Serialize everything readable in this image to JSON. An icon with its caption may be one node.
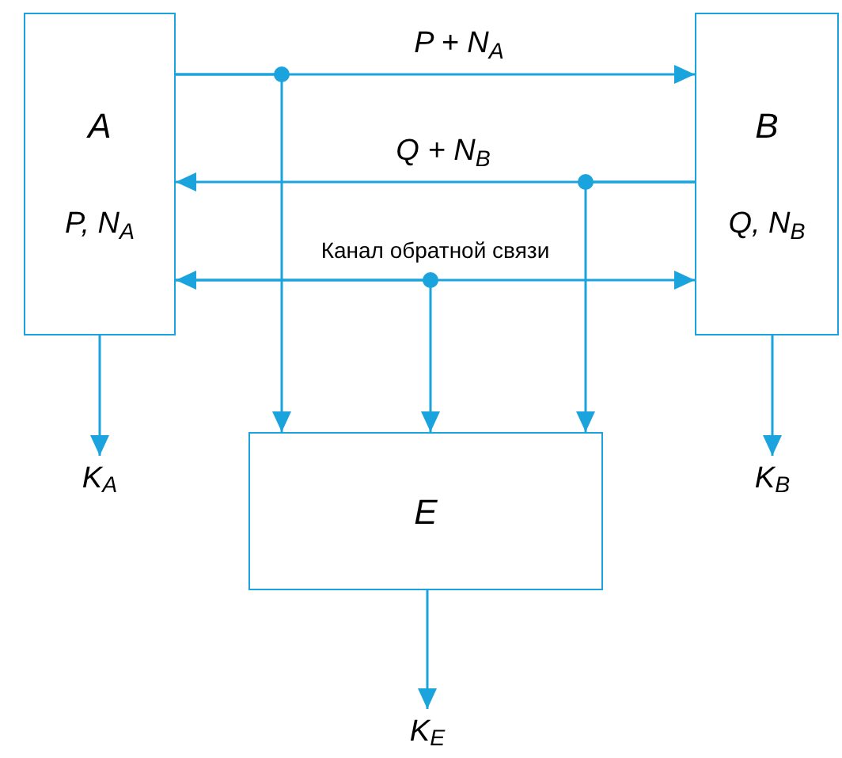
{
  "diagram": {
    "nodes": [
      {
        "text": [
          "A",
          "P, N$_{A}$"
        ]
      },
      {
        "text": [
          "B",
          "Q, N$_{B}$"
        ]
      },
      {
        "text": [
          "E"
        ]
      },
      {
        "text": [
          "K$_{A}$"
        ]
      },
      {
        "text": [
          "K$_{B}$"
        ]
      },
      {
        "text": [
          "K$_{E}$"
        ]
      }
    ],
    "edges": [
      {
        "from": 0,
        "to": 1,
        "arrow": "to",
        "label": "P + N$_{A}$"
      },
      {
        "from": 0,
        "to": 2,
        "arrow": "to"
      },
      {
        "from": 1,
        "to": 0,
        "arrow": "to",
        "label": "Q + N$_{B}$"
      },
      {
        "from": 1,
        "to": 2,
        "arrow": "to"
      },
      {
        "from": 0,
        "to": 1,
        "arrow": "both",
        "label": "Канал обратной связи"
      },
      {
        "from": 0,
        "to": 2,
        "arrow": "to"
      },
      {
        "from": 0,
        "to": 3,
        "arrow": "to"
      },
      {
        "from": 1,
        "to": 4,
        "arrow": "to"
      },
      {
        "from": 2,
        "to": 5,
        "arrow": "to"
      }
    ]
  }
}
